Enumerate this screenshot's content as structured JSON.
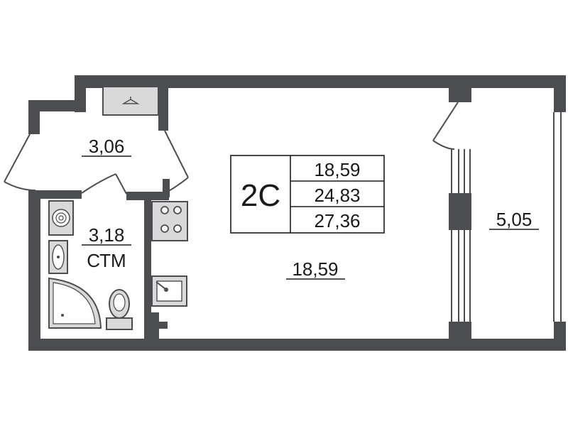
{
  "apartment": {
    "type_label": "2С",
    "areas": [
      "18,59",
      "24,83",
      "27,36"
    ]
  },
  "rooms": {
    "hall": {
      "area": "3,06"
    },
    "bathroom": {
      "area": "3,18",
      "label": "СТМ"
    },
    "living": {
      "area": "18,59"
    },
    "balcony": {
      "area": "5,05"
    }
  },
  "colors": {
    "wall": "#4b4d51",
    "fixture": "#d9d9d9",
    "text": "#1a1a1a"
  }
}
